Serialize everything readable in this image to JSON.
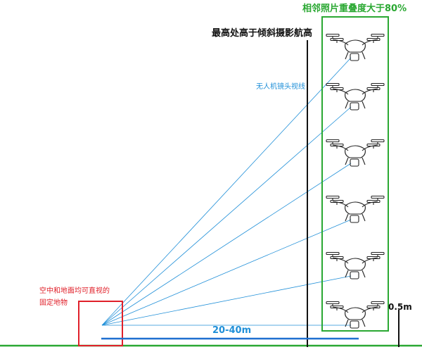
{
  "labels": {
    "overlap": "相邻照片重叠度大于80%",
    "max_height": "最高处高于倾斜摄影航高",
    "sight_lines": "无人机镜头视线",
    "target_line1": "空中和地面均可直视的",
    "target_line2": "固定地物",
    "distance": "20-40m",
    "min_height": "0.5m"
  },
  "drone_count": 6,
  "colors": {
    "ground": "#2aa832",
    "overlap_frame": "#2aa832",
    "sight_line": "#1f8fd8",
    "target_box": "#e0202a",
    "distance_line": "#1f6fd0",
    "pole": "#111111",
    "drone": "#222222"
  }
}
